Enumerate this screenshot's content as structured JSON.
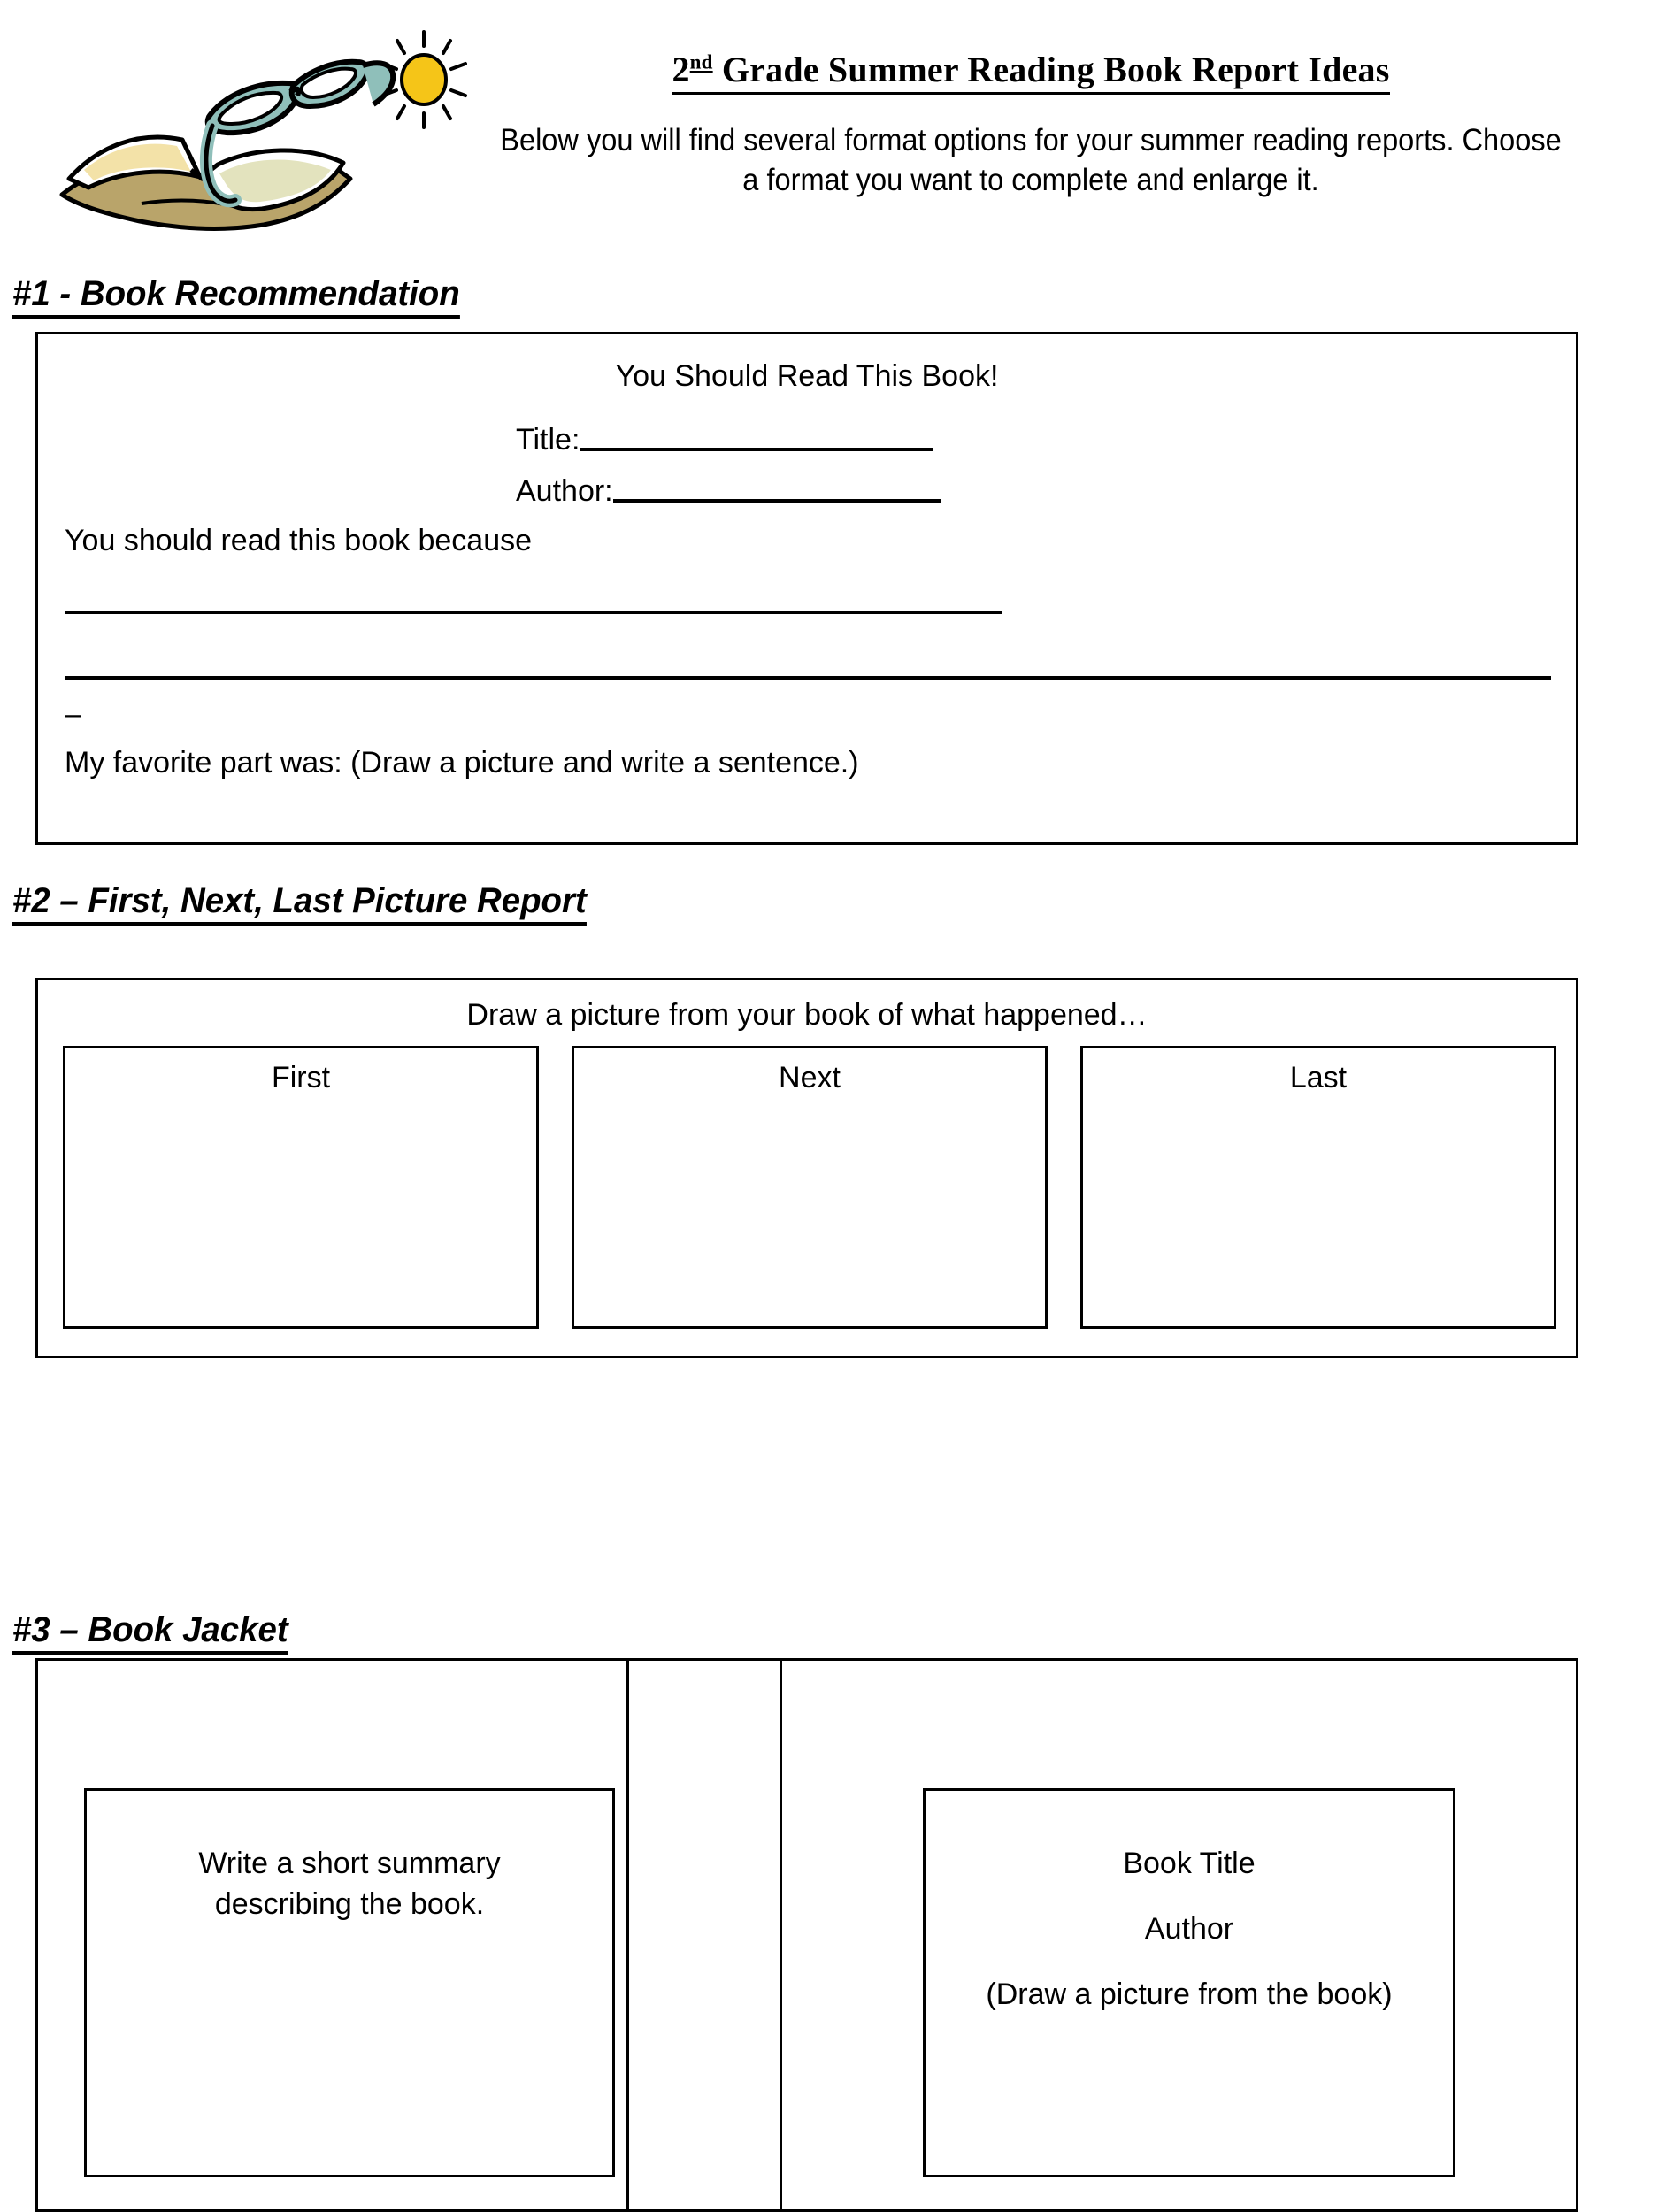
{
  "header": {
    "title_main": "Grade Summer Reading Book Report Ideas",
    "title_number": "2",
    "title_ordinal": "nd",
    "intro": "Below you will find several format options for your summer reading reports. Choose a format you want to complete and enlarge it.",
    "clipart_name": "open-book-with-sunglasses-and-sun"
  },
  "sections": [
    {
      "heading": "#1 - Book Recommendation",
      "box": {
        "title": "You Should Read This Book!",
        "title_label": "Title:",
        "author_label": "Author:",
        "because_label": "You should read this book because",
        "dash": "–",
        "favorite_label": "My favorite part was: (Draw a picture and write a sentence.)"
      }
    },
    {
      "heading": "#2 – First, Next, Last Picture Report",
      "box": {
        "caption": "Draw a picture from your book of what happened…",
        "cells": [
          "First",
          "Next",
          "Last"
        ]
      }
    },
    {
      "heading": "#3 – Book Jacket ",
      "box": {
        "summary_line_1": "Write a short summary",
        "summary_line_2": "describing the book.",
        "cover_title": "Book Title",
        "cover_author": "Author",
        "cover_note": "(Draw a picture from the book)"
      }
    }
  ],
  "colors": {
    "ink": "#000000",
    "page": "#ffffff",
    "sun_yellow": "#F5C518",
    "glasses_teal": "#8FBFBA",
    "book_cream": "#F3E2A8",
    "book_olive": "#E3E3BE",
    "book_tan": "#B9A46A"
  }
}
